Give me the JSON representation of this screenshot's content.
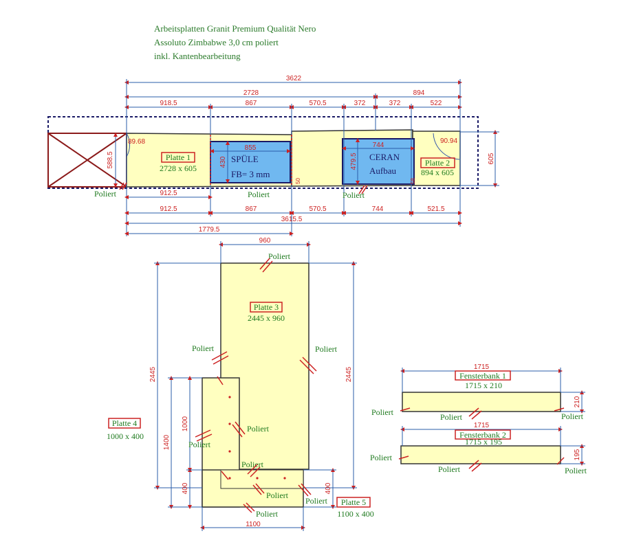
{
  "header": {
    "line1": "Arbeitsplatten Granit Premium Qualität Nero",
    "line2": "Assoluto Zimbabwe 3,0 cm poliert",
    "line3": "inkl. Kantenbearbeitung"
  },
  "top": {
    "dim_total": "3622",
    "dim_2728": "2728",
    "dim_894": "894",
    "seg": [
      "918.5",
      "867",
      "570.5",
      "372",
      "372",
      "522"
    ],
    "bottom1": [
      "912.5"
    ],
    "bottom2": [
      "912.5",
      "867",
      "570.5",
      "744",
      "521.5"
    ],
    "bottom_total": "3615.5",
    "bottom_1779": "1779.5",
    "angle_left": "89.68",
    "angle_right": "90.94",
    "depth_left": "588.5",
    "depth_right": "605",
    "sink_w": "855",
    "sink_h": "430",
    "sink_label": "SPÜLE",
    "sink_fb": "FB= 3 mm",
    "ceran_w": "744",
    "ceran_h": "479.5",
    "ceran_label1": "CERAN",
    "ceran_label2": "Aufbau",
    "small_50": "50",
    "small_58": "58",
    "platte1_name": "Platte 1",
    "platte1_size": "2728 x 605",
    "platte2_name": "Platte 2",
    "platte2_size": "894 x 605",
    "poliert": "Poliert"
  },
  "mid": {
    "dim_960": "960",
    "dim_2445_left": "2445",
    "dim_2445_right": "2445",
    "dim_1400": "1400",
    "dim_1000": "1000",
    "dim_400_left": "400",
    "dim_400_right": "400",
    "dim_1100": "1100",
    "platte3_name": "Platte 3",
    "platte3_size": "2445 x 960",
    "platte4_name": "Platte 4",
    "platte4_size": "1000 x 400",
    "platte5_name": "Platte 5",
    "platte5_size": "1100 x 400",
    "poliert": "Poliert"
  },
  "right": {
    "fb1_dim": "1715",
    "fb1_name": "Fensterbank 1",
    "fb1_size": "1715 x 210",
    "fb1_h": "210",
    "fb2_dim": "1715",
    "fb2_name": "Fensterbank 2",
    "fb2_size": "1715 x 195",
    "fb2_h": "195",
    "poliert": "Poliert"
  },
  "colors": {
    "slab": "#ffffc0",
    "cutout": "#70b8f0",
    "dim": "#cc2222",
    "text": "#1f7a1f"
  }
}
